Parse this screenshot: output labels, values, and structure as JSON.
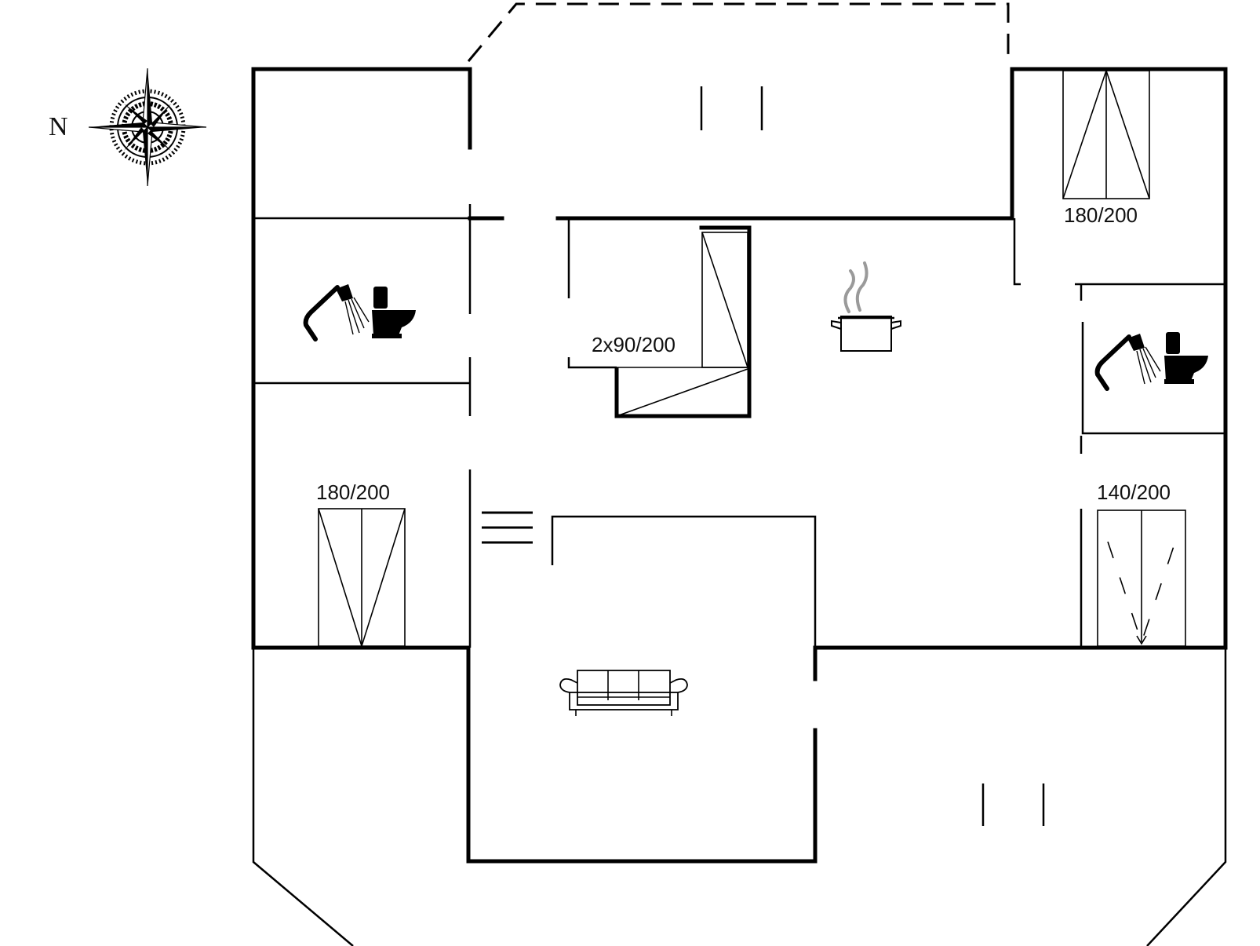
{
  "compass": {
    "north_label": "N"
  },
  "labels": {
    "bed_top_right": "180/200",
    "bed_center": "2x90/200",
    "bed_left": "180/200",
    "bed_right": "140/200"
  },
  "icons": [
    "compass-icon",
    "shower-icon",
    "toilet-icon",
    "cooking-pot-icon",
    "sofa-icon",
    "staircase-icon",
    "bed-icon"
  ],
  "colors": {
    "line": "#000000",
    "background": "#ffffff",
    "steam": "#9a9a9a"
  }
}
